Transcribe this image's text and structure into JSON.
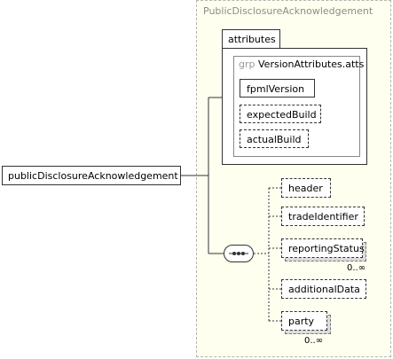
{
  "type_label": "PublicDisclosureAcknowledgement",
  "attributes_label": "attributes",
  "group": {
    "keyword": "grp",
    "name": "VersionAttributes.atts"
  },
  "attributes": [
    "fpmlVersion",
    "expectedBuild",
    "actualBuild"
  ],
  "element_name": "publicDisclosureAcknowledgement",
  "children": [
    {
      "name": "header",
      "occurrence": ""
    },
    {
      "name": "tradeIdentifier",
      "occurrence": ""
    },
    {
      "name": "reportingStatus",
      "occurrence": "0..∞"
    },
    {
      "name": "additionalData",
      "occurrence": ""
    },
    {
      "name": "party",
      "occurrence": "0..∞"
    }
  ]
}
